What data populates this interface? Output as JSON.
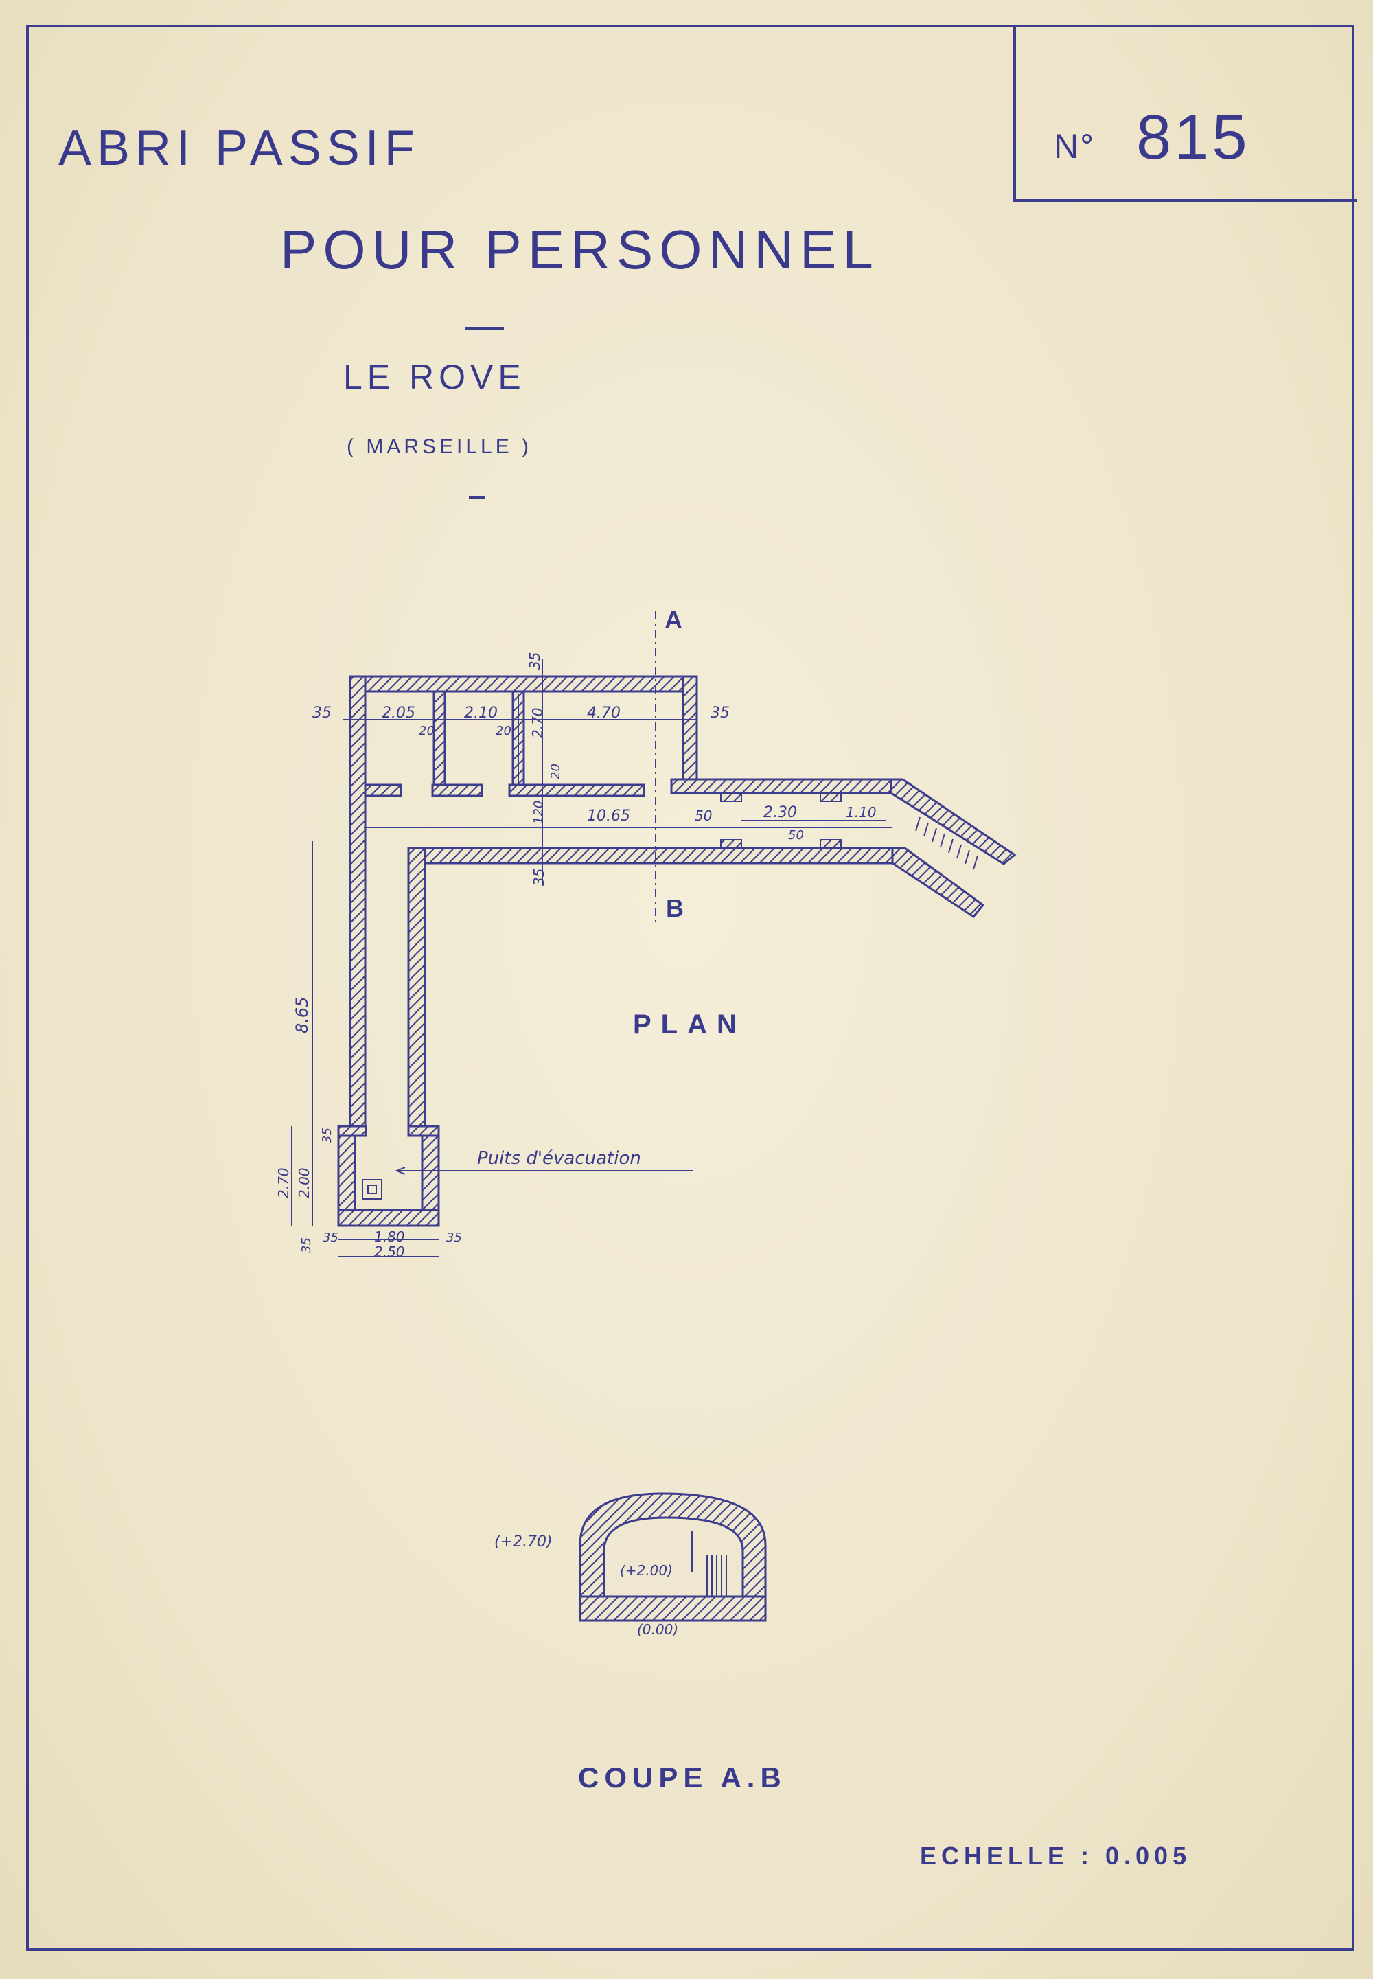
{
  "title": {
    "line1": "ABRI PASSIF",
    "line2": "POUR PERSONNEL",
    "location": "LE ROVE",
    "city": "( MARSEILLE )"
  },
  "drawing_number": {
    "prefix": "N°",
    "value": "815"
  },
  "plan": {
    "label": "PLAN",
    "section_markers": [
      "A",
      "B"
    ],
    "annotation": "Puits d'évacuation",
    "dimensions": {
      "d35_top": "35",
      "d35_left": "35",
      "d205": "2.05",
      "d210": "2.10",
      "d470": "4.70",
      "d35_right": "35",
      "d20a": "20",
      "d20b": "20",
      "d270v": "2.70",
      "d20c": "20",
      "d120": "120",
      "d1065": "10.65",
      "d50a": "50",
      "d230": "2.30",
      "d110": "1.10",
      "d50b": "50",
      "d35_mid": "35",
      "d865": "8.65",
      "d35_lv": "35",
      "d270_lv": "2.70",
      "d200_lv": "2.00",
      "d35_lv2": "35",
      "d35_bl": "35",
      "d180": "1.80",
      "d35_br": "35",
      "d250": "2.50"
    }
  },
  "section": {
    "label": "COUPE A.B",
    "levels": [
      "(+2.70)",
      "(+2.00)",
      "(0.00)"
    ]
  },
  "scale": "ECHELLE : 0.005",
  "colors": {
    "ink": "#3d3d8e",
    "paper": "#efe7cf"
  }
}
